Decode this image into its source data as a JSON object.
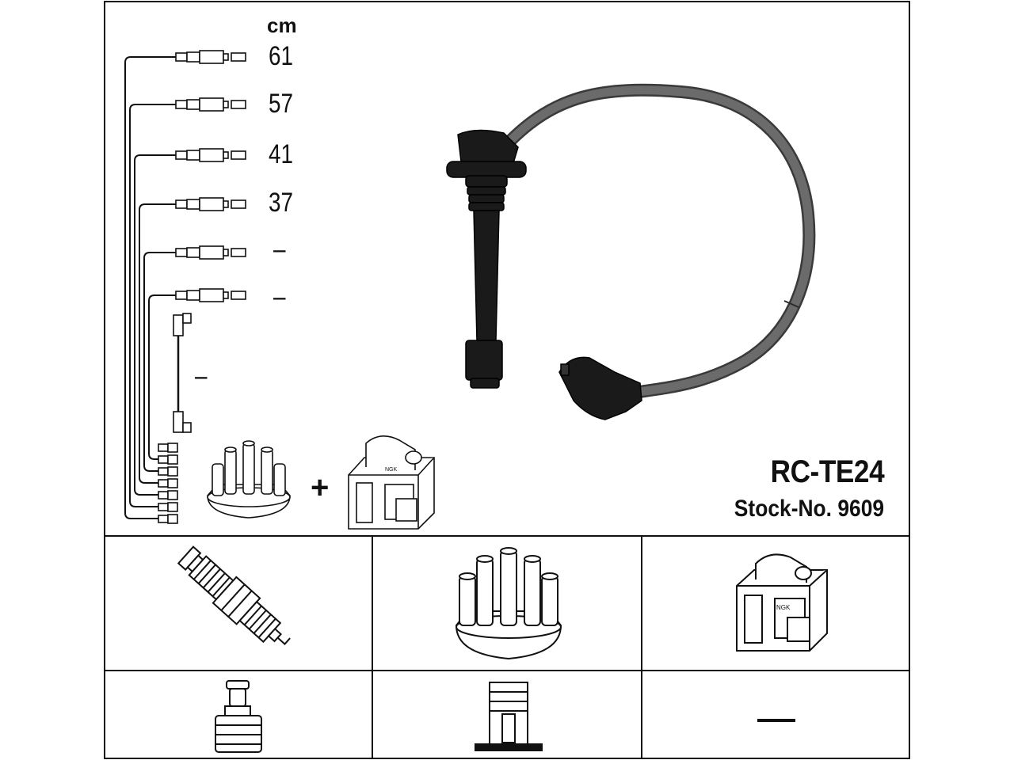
{
  "header": {
    "unit": "cm"
  },
  "lengths": [
    "61",
    "57",
    "41",
    "37",
    "–",
    "–"
  ],
  "coil_lead_length": "–",
  "combo_sign": "+",
  "product": {
    "code": "RC-TE24",
    "stock_no": "Stock-No. 9609"
  },
  "accessory_row": {
    "no_coil_terminal": "–"
  },
  "colors": {
    "line": "#111111",
    "cable": "#5e5e5e",
    "boot": "#1a1a1a"
  },
  "icons": [
    "spark-plug-icon",
    "distributor-cap-icon",
    "ignition-coil-icon",
    "plug-terminal-icon",
    "cap-terminal-icon"
  ]
}
